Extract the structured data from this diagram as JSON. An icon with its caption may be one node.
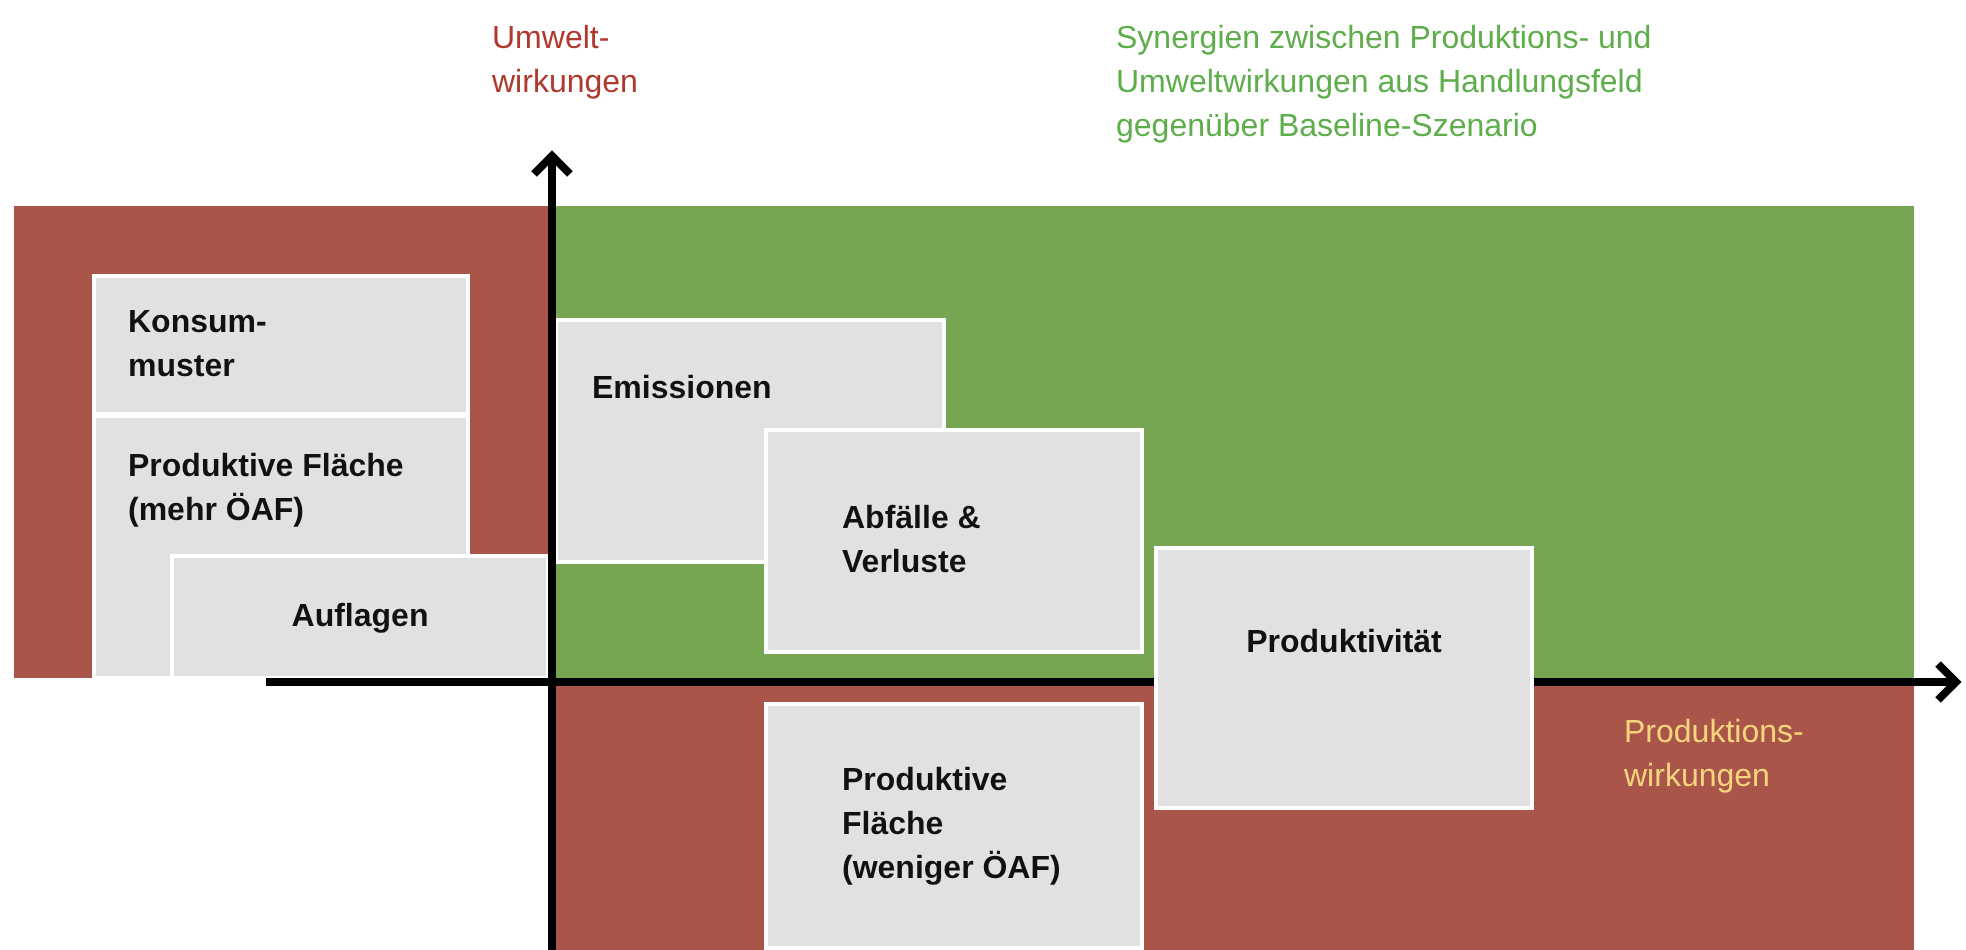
{
  "diagram": {
    "nodes": [
      {
        "text": [
          "Konsum- muster"
        ]
      },
      {
        "text": [
          "Produktive Fläche (mehr ÖAF)"
        ]
      },
      {
        "text": [
          "Auflagen"
        ]
      },
      {
        "text": [
          "Emissionen"
        ]
      },
      {
        "text": [
          "Abfälle & Verluste"
        ]
      },
      {
        "text": [
          "Produktivität"
        ]
      },
      {
        "text": [
          "Produktive Fläche (weniger ÖAF)"
        ]
      }
    ],
    "labels": [
      "Umwelt- wirkungen",
      "Synergien zwischen Produktions- und Umweltwirkungen aus Handlungsfeld gegenüber Baseline-Szenario",
      "Produktions- wirkungen"
    ]
  }
}
